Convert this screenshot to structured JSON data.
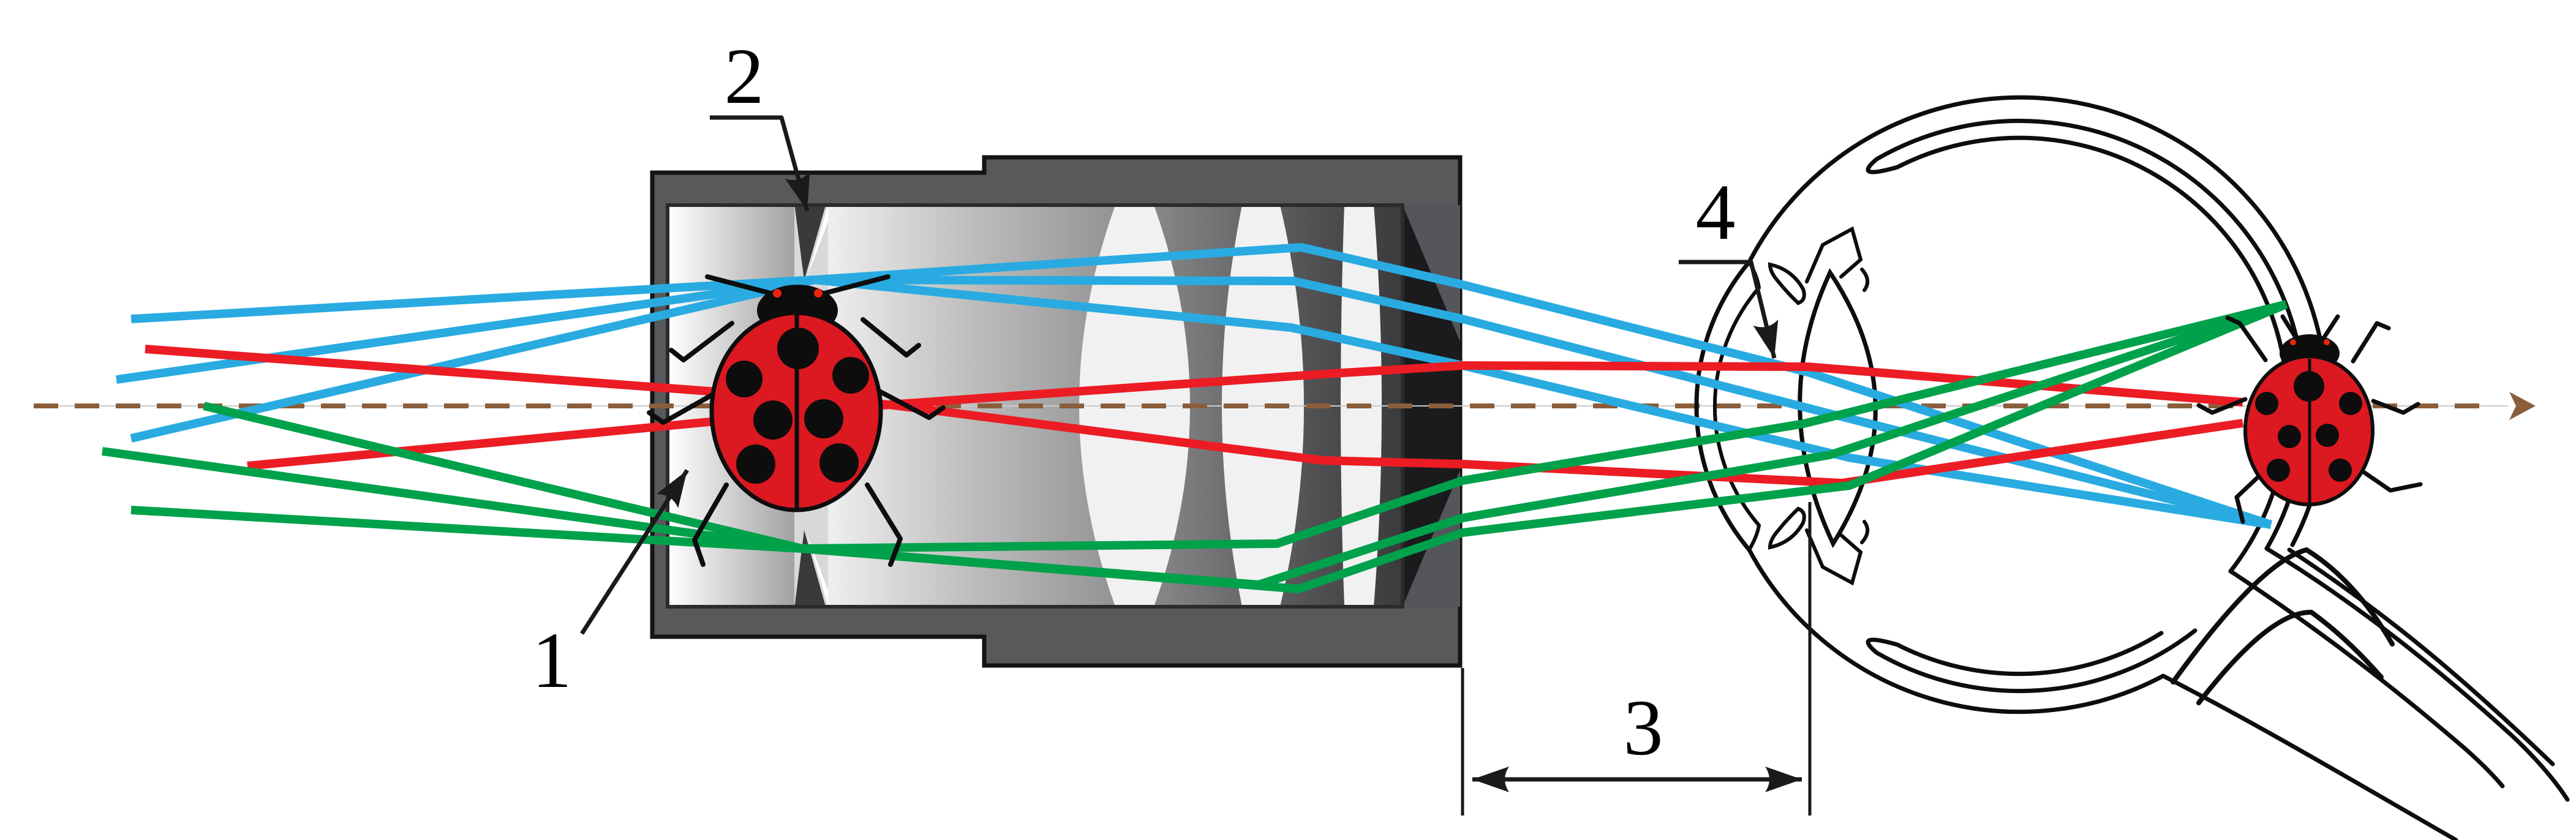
{
  "diagram": {
    "labels": {
      "real_image": "1",
      "field_diaphragm": "2",
      "eye_relief": "3",
      "exit_pupil": "4"
    },
    "colors": {
      "ray_blue": "#29ABE2",
      "ray_red": "#EC1C24",
      "ray_green": "#00A14B",
      "axis_brown": "#8B5E3B",
      "barrel_gray": "#58595B",
      "bug_red": "#DC1820"
    }
  }
}
